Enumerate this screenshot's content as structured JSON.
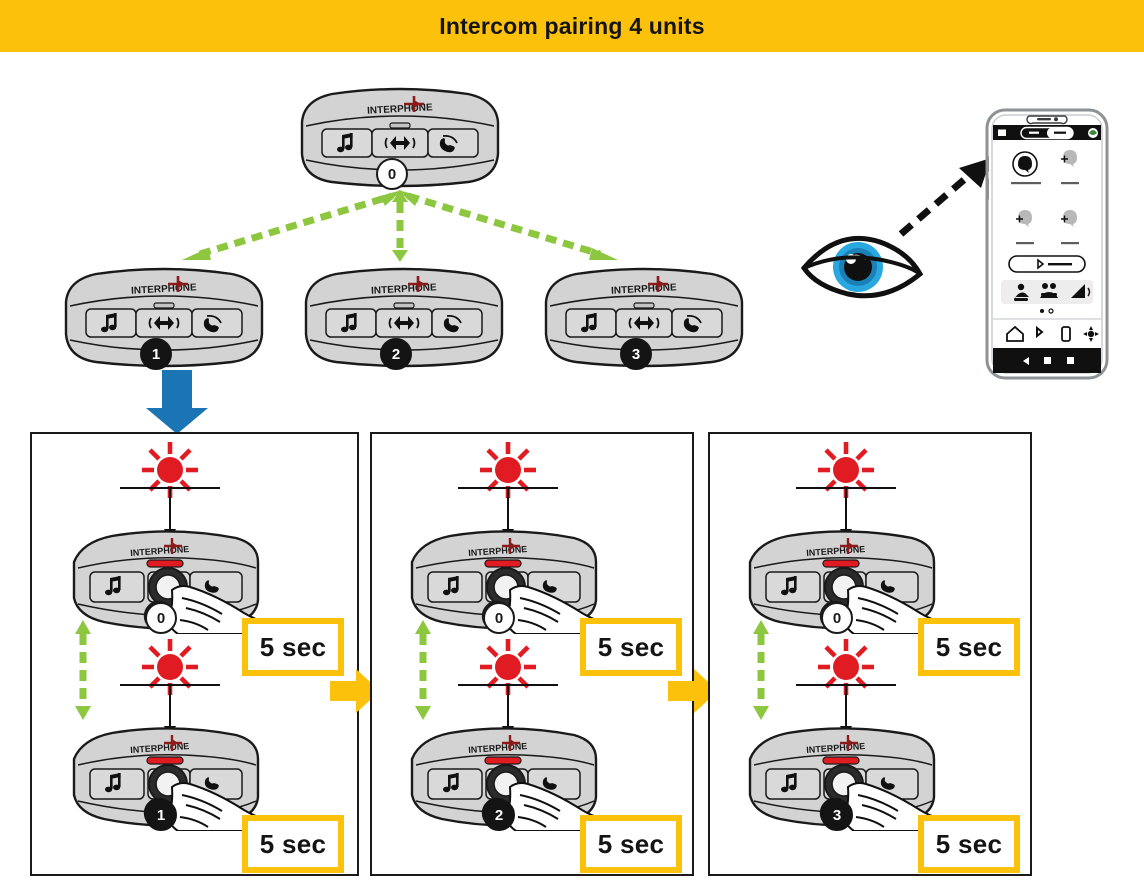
{
  "header": {
    "title": "Intercom pairing 4 units",
    "band_color": "#fcc10a"
  },
  "colors": {
    "accent_yellow": "#fcc10a",
    "green_arrow": "#8dc63f",
    "blue_arrow": "#1b74b4",
    "led_red": "#e11b22",
    "device_body": "#d3d3d3",
    "outline": "#1a1a1a"
  },
  "top_diagram": {
    "master_unit": {
      "badge": "0",
      "badge_style": "open",
      "brand": "INTERPHONE",
      "buttons": [
        "music-note-icon",
        "intercom-icon",
        "phone-icon"
      ]
    },
    "slave_units": [
      {
        "badge": "1",
        "badge_style": "solid",
        "brand": "INTERPHONE",
        "buttons": [
          "music-note-icon",
          "intercom-icon",
          "phone-icon"
        ]
      },
      {
        "badge": "2",
        "badge_style": "solid",
        "brand": "INTERPHONE",
        "buttons": [
          "music-note-icon",
          "intercom-icon",
          "phone-icon"
        ]
      },
      {
        "badge": "3",
        "badge_style": "solid",
        "brand": "INTERPHONE",
        "buttons": [
          "music-note-icon",
          "intercom-icon",
          "phone-icon"
        ]
      }
    ],
    "link_arrows": "green-dashed-double-arrow",
    "focus_arrow": "blue-down-arrow"
  },
  "eye_callout": {
    "icon": "eye-icon",
    "pointer": "black-dashed-arrow-to-phone"
  },
  "phone": {
    "device": "smartphone",
    "app_header": {
      "menu_icon": "menu-icon",
      "segment_left": "",
      "segment_right": "",
      "account_icon": "account-icon"
    },
    "slots": [
      {
        "state": "active",
        "icon": "headset-filled-icon",
        "label": ""
      },
      {
        "state": "empty",
        "icon": "headset-add-icon",
        "label": ""
      },
      {
        "state": "empty",
        "icon": "headset-add-icon",
        "label": ""
      },
      {
        "state": "empty",
        "icon": "headset-add-icon",
        "label": ""
      }
    ],
    "pair_button": {
      "icon": "bluetooth-icon",
      "label": ""
    },
    "quick_row": [
      "rider-icon",
      "group-icon",
      "volume-icon"
    ],
    "page_dots": 2,
    "tab_bar": [
      "home-icon",
      "bluetooth-icon",
      "device-icon",
      "settings-icon"
    ],
    "nav_bar": [
      "back-nav-icon",
      "home-nav-icon",
      "recents-nav-icon"
    ]
  },
  "panels": [
    {
      "index": 1,
      "top_unit": {
        "badge": "0",
        "badge_style": "open",
        "led": "flashing-red-led-icon",
        "hand": "hand-press-icon",
        "hold_label": "5 sec"
      },
      "bottom_unit": {
        "badge": "1",
        "badge_style": "solid",
        "led": "flashing-red-led-icon",
        "hand": "hand-press-icon",
        "hold_label": "5 sec"
      },
      "link_arrow": "green-dashed-double-arrow"
    },
    {
      "index": 2,
      "top_unit": {
        "badge": "0",
        "badge_style": "open",
        "led": "flashing-red-led-icon",
        "hand": "hand-press-icon",
        "hold_label": "5 sec"
      },
      "bottom_unit": {
        "badge": "2",
        "badge_style": "solid",
        "led": "flashing-red-led-icon",
        "hand": "hand-press-icon",
        "hold_label": "5 sec"
      },
      "link_arrow": "green-dashed-double-arrow"
    },
    {
      "index": 3,
      "top_unit": {
        "badge": "0",
        "badge_style": "open",
        "led": "flashing-red-led-icon",
        "hand": "hand-press-icon",
        "hold_label": "5 sec"
      },
      "bottom_unit": {
        "badge": "3",
        "badge_style": "solid",
        "led": "flashing-red-led-icon",
        "hand": "hand-press-icon",
        "hold_label": "5 sec"
      },
      "link_arrow": "green-dashed-double-arrow"
    }
  ],
  "step_arrows": [
    "yellow-right-arrow",
    "yellow-right-arrow"
  ]
}
